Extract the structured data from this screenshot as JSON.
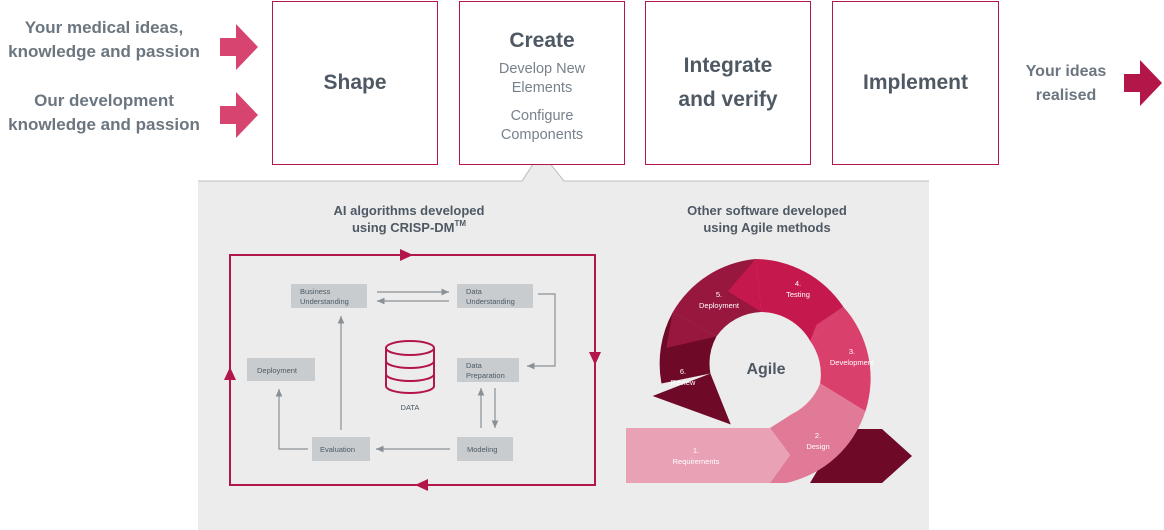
{
  "inputs": [
    {
      "line1": "Your medical ideas,",
      "line2": "knowledge and passion"
    },
    {
      "line1": "Our development",
      "line2": "knowledge and passion"
    }
  ],
  "stages": [
    {
      "title": "Shape"
    },
    {
      "title": "Create",
      "details": [
        "Develop New",
        "Elements",
        "Configure",
        "Components"
      ]
    },
    {
      "title_line1": "Integrate",
      "title_line2": "and verify"
    },
    {
      "title": "Implement"
    }
  ],
  "output": {
    "line1": "Your ideas",
    "line2": "realised"
  },
  "crisp": {
    "heading_line1": "AI algorithms developed",
    "heading_line2": "using CRISP-DM",
    "heading_sup": "TM",
    "boxes": {
      "business_1": "Business",
      "business_2": "Understanding",
      "data_und_1": "Data",
      "data_und_2": "Understanding",
      "data_prep_1": "Data",
      "data_prep_2": "Preparation",
      "deployment": "Deployment",
      "evaluation": "Evaluation",
      "modeling": "Modeling"
    },
    "data_label": "DATA"
  },
  "agile": {
    "heading_line1": "Other software developed",
    "heading_line2": "using Agile methods",
    "center": "Agile",
    "steps": [
      {
        "num": "1.",
        "name": "Requirements"
      },
      {
        "num": "2.",
        "name": "Design"
      },
      {
        "num": "3.",
        "name": "Development"
      },
      {
        "num": "4.",
        "name": "Testing"
      },
      {
        "num": "5.",
        "name": "Deployment"
      },
      {
        "num": "6.",
        "name": "Review"
      }
    ]
  },
  "colors": {
    "accent": "#b3174a",
    "arrow": "#d6446f",
    "panel": "#ececed",
    "box": "#c8ccce",
    "agile_dark": "#6e0a27",
    "agile_mid": "#97173f",
    "agile_red": "#c5184c",
    "agile_pink": "#d9416c",
    "agile_light": "#e07a97",
    "agile_pale": "#e8a1b5"
  }
}
